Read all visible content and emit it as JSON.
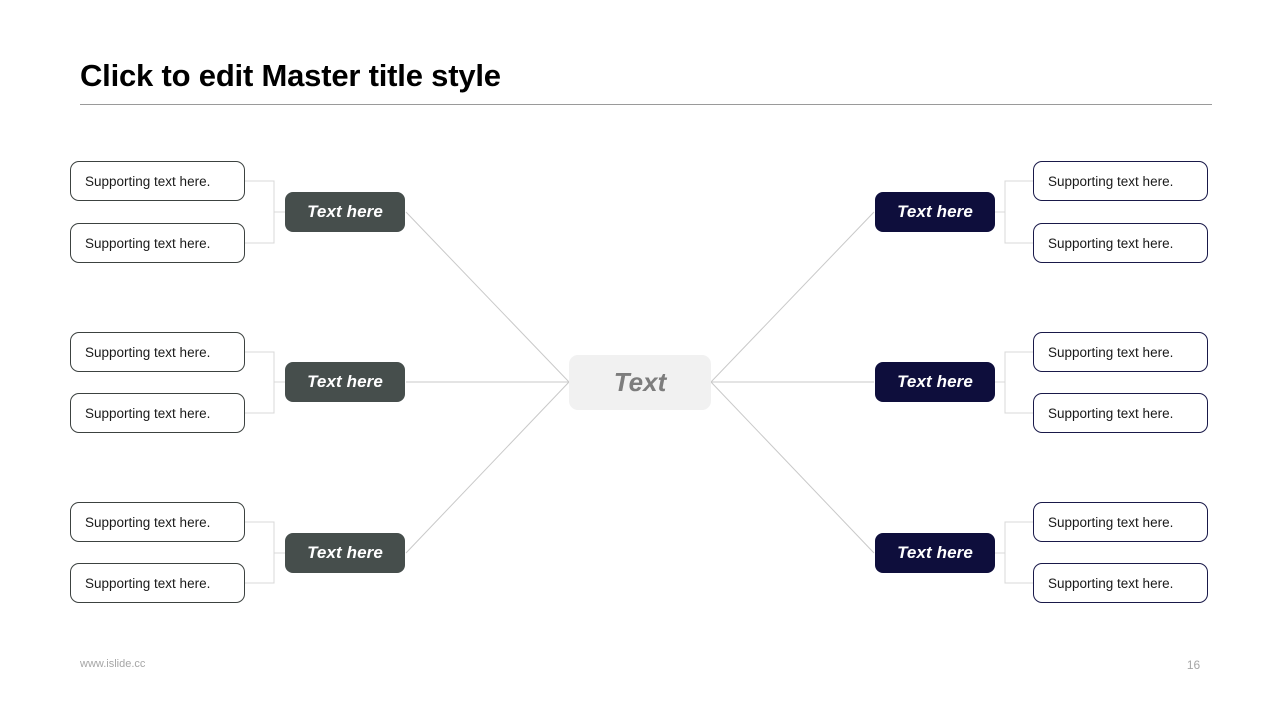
{
  "slide": {
    "title": "Click to edit Master title style",
    "background_color": "#ffffff",
    "rule_color": "#9a9a9a"
  },
  "center": {
    "label": "Text",
    "fill": "#f1f1f1",
    "text_color": "#7d7d7d"
  },
  "branches": {
    "left": {
      "pill_fill": "#464e4c",
      "box_border": "#3c4240",
      "items": [
        {
          "label": "Text here",
          "supporting": [
            "Supporting text here.",
            "Supporting text here."
          ]
        },
        {
          "label": "Text here",
          "supporting": [
            "Supporting text here.",
            "Supporting text here."
          ]
        },
        {
          "label": "Text here",
          "supporting": [
            "Supporting text here.",
            "Supporting text here."
          ]
        }
      ]
    },
    "right": {
      "pill_fill": "#0e0e3c",
      "box_border": "#191949",
      "items": [
        {
          "label": "Text here",
          "supporting": [
            "Supporting text here.",
            "Supporting text here."
          ]
        },
        {
          "label": "Text here",
          "supporting": [
            "Supporting text here.",
            "Supporting text here."
          ]
        },
        {
          "label": "Text here",
          "supporting": [
            "Supporting text here.",
            "Supporting text here."
          ]
        }
      ]
    }
  },
  "footer": {
    "url": "www.islide.cc",
    "page_number": "16"
  }
}
